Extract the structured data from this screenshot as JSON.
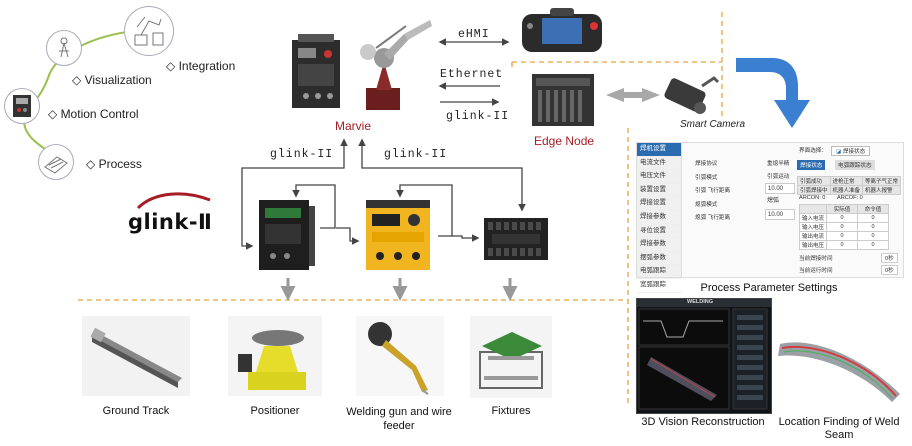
{
  "capabilities": [
    "Integration",
    "Visualization",
    "Motion Control",
    "Process"
  ],
  "brand": {
    "logo_text": "glink-Ⅱ"
  },
  "center": {
    "label": "Marvie"
  },
  "links": {
    "ehmi": "eHMI",
    "ethernet": "Ethernet",
    "glink_right": "glink-II",
    "glink_left": "glink-II",
    "glink_mid": "glink-II"
  },
  "edge": {
    "label": "Edge Node",
    "camera": "Smart Camera"
  },
  "devices": [
    "Ground Track",
    "Positioner",
    "Welding gun and wire feeder",
    "Fixtures"
  ],
  "panels": {
    "process": "Process Parameter Settings",
    "vision": "3D Vision Reconstruction",
    "location": "Location Finding of Weld Seam"
  },
  "ui": {
    "menu": [
      "焊机设置",
      "电流文件",
      "电压文件",
      "装置设置",
      "焊接设置",
      "焊接参数",
      "寻位设置",
      "焊接参数",
      "摆弧参数",
      "电弧跟踪",
      "宽弧跟踪"
    ],
    "mid_labels": [
      "焊接协议",
      "引弧模式",
      "引弧 飞行距离",
      "熄弧模式",
      "熄弧 飞行距离"
    ],
    "right_labels": [
      "重熄半精",
      "引弧运动"
    ],
    "right_values": [
      "10.00",
      "熄弧",
      "10.00"
    ],
    "top_select": "界面选择：",
    "top_tab": "焊接状态",
    "status_tabs": [
      "焊接状态",
      "电弧跟踪状态"
    ],
    "grid_row1": [
      "引弧成功",
      "进枪正常",
      "等离子气正常"
    ],
    "grid_row2": [
      "引弧焊接中",
      "机器人准备",
      "机器人报警"
    ],
    "arc": [
      "ARCON: 0",
      "ARCOF: 0"
    ],
    "table_head": [
      "",
      "实际值",
      "命令值"
    ],
    "table_rows": [
      [
        "输入电流",
        "0",
        "0"
      ],
      [
        "输入电压",
        "0",
        "0"
      ],
      [
        "输出电流",
        "0",
        "0"
      ],
      [
        "输出电压",
        "0",
        "0"
      ]
    ],
    "time_labels": [
      "当前焊接时间",
      "当前运行时间"
    ],
    "time_values": [
      "0秒",
      "0秒"
    ],
    "vision_title": "WELDING"
  },
  "colors": {
    "accent": "#e8a33a",
    "arrow": "#3a7fd0",
    "brand_red": "#a61d24"
  }
}
